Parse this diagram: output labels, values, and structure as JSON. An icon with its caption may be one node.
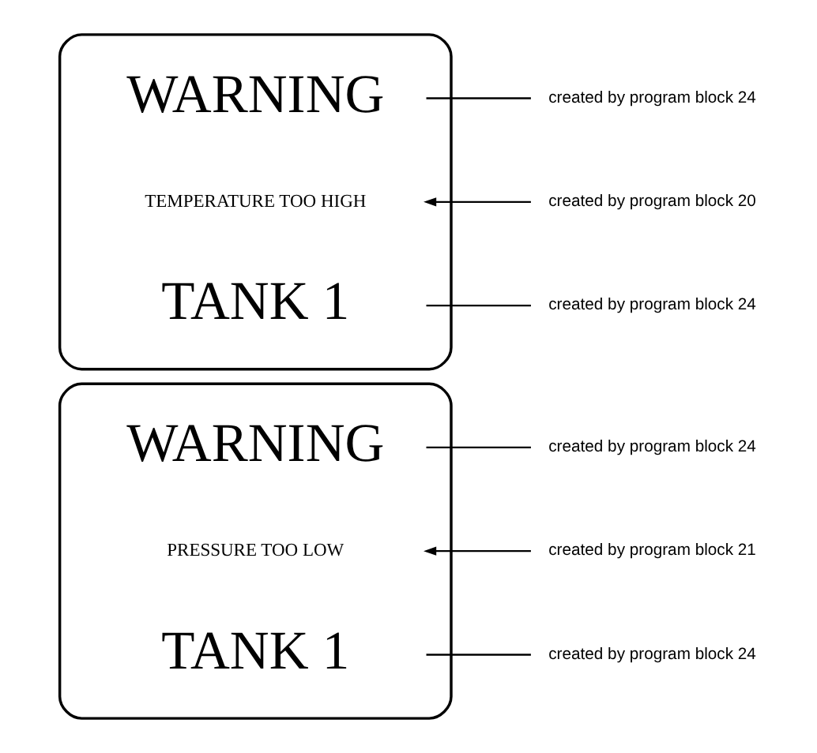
{
  "diagram": {
    "nodes": [
      {
        "text": [],
        "shape": "box"
      },
      {
        "text": [
          "WARNING"
        ],
        "in": 0
      },
      {
        "text": [
          "TEMPERATURE TOO HIGH"
        ],
        "in": 0
      },
      {
        "text": [
          "TANK 1"
        ],
        "in": 0
      },
      {
        "text": [
          "created by program block 24"
        ]
      },
      {
        "text": [
          "created by program block 20"
        ]
      },
      {
        "text": [
          "created by program block 24"
        ]
      },
      {
        "text": [],
        "shape": "box"
      },
      {
        "text": [
          "WARNING"
        ],
        "in": 7
      },
      {
        "text": [
          "PRESSURE TOO LOW"
        ],
        "in": 7
      },
      {
        "text": [
          "TANK 1"
        ],
        "in": 7
      },
      {
        "text": [
          "created by program block 24"
        ]
      },
      {
        "text": [
          "created by program block 21"
        ]
      },
      {
        "text": [
          "created by program block 24"
        ]
      }
    ],
    "edges": [
      {
        "from": 4,
        "to": 1,
        "arrow": "none"
      },
      {
        "from": 5,
        "to": 2,
        "arrow": "to"
      },
      {
        "from": 6,
        "to": 3,
        "arrow": "none"
      },
      {
        "from": 11,
        "to": 8,
        "arrow": "none"
      },
      {
        "from": 12,
        "to": 9,
        "arrow": "to"
      },
      {
        "from": 13,
        "to": 10,
        "arrow": "none"
      }
    ]
  }
}
